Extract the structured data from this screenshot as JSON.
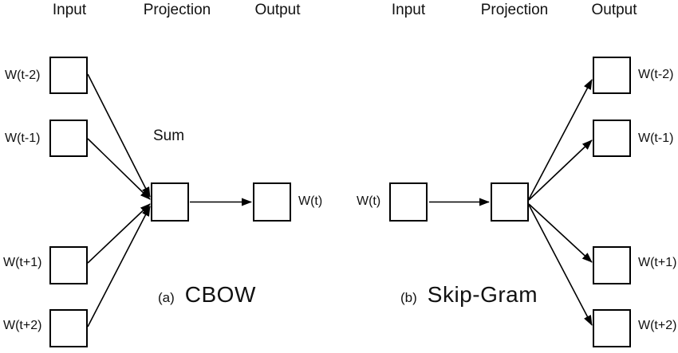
{
  "cbow": {
    "header_input": "Input",
    "header_projection": "Projection",
    "header_output": "Output",
    "sum_label": "Sum",
    "caption_index": "(a)",
    "caption_title": "CBOW",
    "context_labels": [
      "W(t-2)",
      "W(t-1)",
      "W(t+1)",
      "W(t+2)"
    ],
    "center_word_label": "W(t)"
  },
  "skipgram": {
    "header_input": "Input",
    "header_projection": "Projection",
    "header_output": "Output",
    "caption_index": "(b)",
    "caption_title": "Skip-Gram",
    "center_word_label": "W(t)",
    "context_labels": [
      "W(t-2)",
      "W(t-1)",
      "W(t+1)",
      "W(t+2)"
    ]
  },
  "colors": {
    "background": "#ffffff",
    "line": "#000000",
    "text": "#111111"
  }
}
